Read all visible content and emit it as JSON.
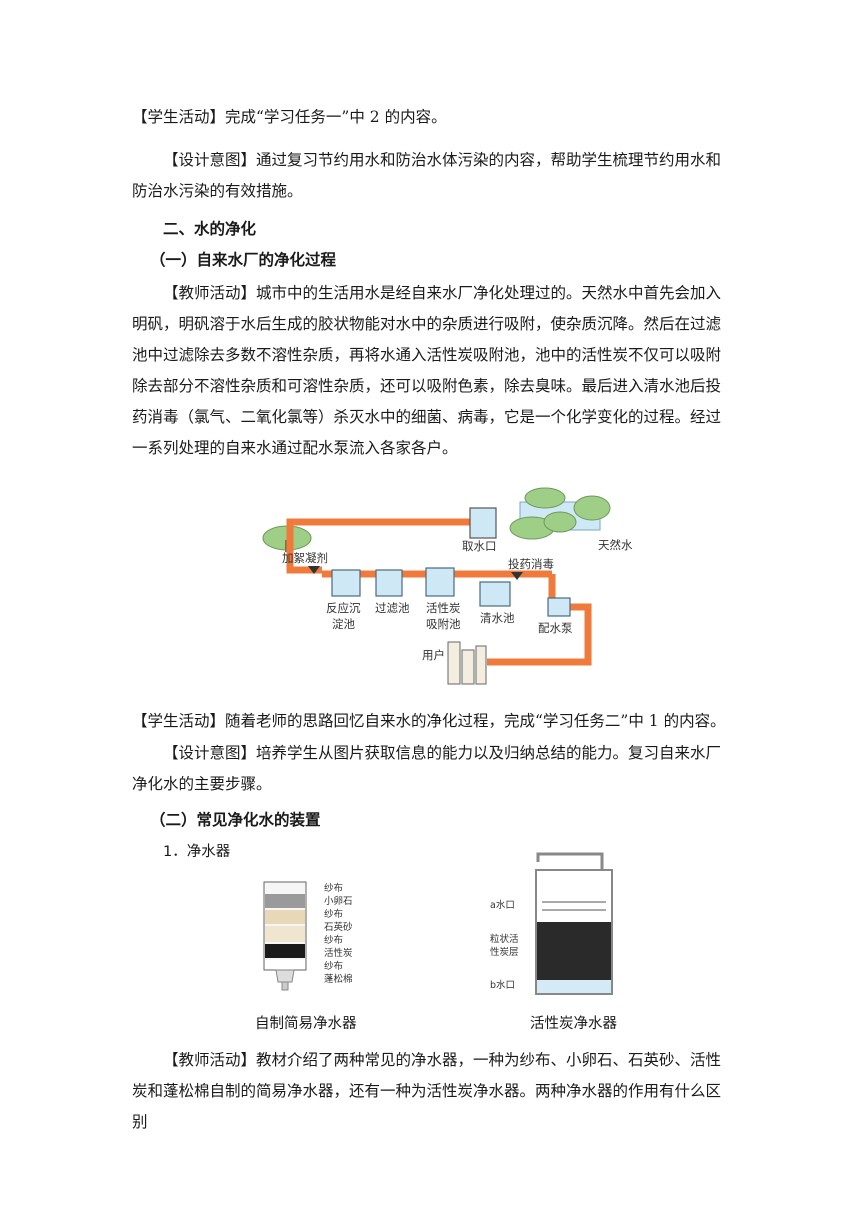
{
  "paragraphs": {
    "p1": "【学生活动】完成“学习任务一”中 2 的内容。",
    "p2": "【设计意图】通过复习节约用水和防治水体污染的内容，帮助学生梳理节约用水和防治水污染的有效措施。",
    "h1": "二、水的净化",
    "h2": "（一）自来水厂的净化过程",
    "p3": "【教师活动】城市中的生活用水是经自来水厂净化处理过的。天然水中首先会加入明矾，明矾溶于水后生成的胶状物能对水中的杂质进行吸附，使杂质沉降。然后在过滤池中过滤除去多数不溶性杂质，再将水通入活性炭吸附池，池中的活性炭不仅可以吸附除去部分不溶性杂质和可溶性杂质，还可以吸附色素，除去臭味。最后进入清水池后投药消毒（氯气、二氧化氯等）杀灭水中的细菌、病毒，它是一个化学变化的过程。经过一系列处理的自来水通过配水泵流入各家各户。",
    "p4": "【学生活动】随着老师的思路回忆自来水的净化过程，完成“学习任务二”中 1 的内容。",
    "p5": "【设计意图】培养学生从图片获取信息的能力以及归纳总结的能力。复习自来水厂净化水的主要步骤。",
    "h3": "（二）常见净化水的装置",
    "h4": "1．净水器",
    "p6": "【教师活动】教材介绍了两种常见的净水器，一种为纱布、小卵石、石英砂、活性炭和蓬松棉自制的简易净水器，还有一种为活性炭净水器。两种净水器的作用有什么区别"
  },
  "plant_diagram": {
    "labels": {
      "intake": "取水口",
      "natural_water": "天然水",
      "coagulant": "加絮凝剂",
      "disinfect": "投药消毒",
      "reaction_tank_1": "反应沉",
      "reaction_tank_2": "淀池",
      "filter_tank": "过滤池",
      "carbon_tank_1": "活性炭",
      "carbon_tank_2": "吸附池",
      "clear_tank": "清水池",
      "pump": "配水泵",
      "users": "用户"
    },
    "colors": {
      "pipe": "#f07a3c",
      "water": "#cfe8f5",
      "tree": "#9fcf86"
    }
  },
  "filter_figures": {
    "simple": {
      "caption": "自制简易净水器",
      "layers": [
        "纱布",
        "小卵石",
        "纱布",
        "石英砂",
        "纱布",
        "活性炭",
        "纱布",
        "蓬松棉"
      ]
    },
    "carbon": {
      "caption": "活性炭净水器",
      "inlet": "a水口",
      "layer_1": "粒状活",
      "layer_2": "性炭层",
      "outlet": "b水口"
    }
  }
}
